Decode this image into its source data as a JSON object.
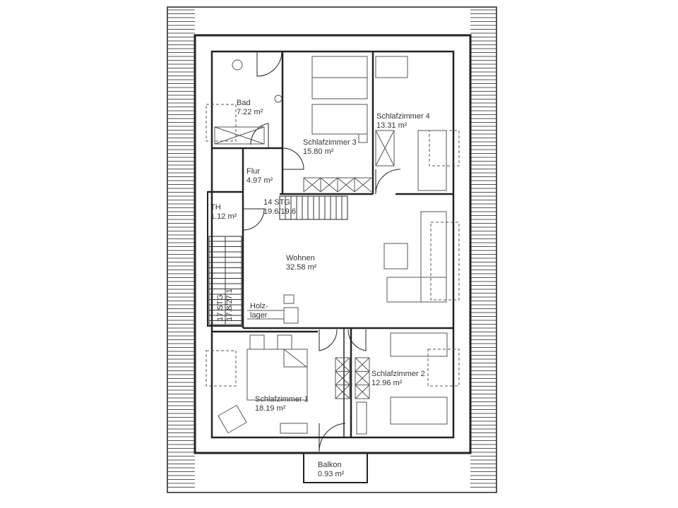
{
  "rooms": [
    {
      "name": "Bad",
      "area": "7.22 m²"
    },
    {
      "name": "Schlafzimmer 3",
      "area": "15.80 m²"
    },
    {
      "name": "Schlafzimmer 4",
      "area": "13.31 m²"
    },
    {
      "name": "Flur",
      "area": "4.97 m²"
    },
    {
      "name": "TH",
      "area": "1.12 m²"
    },
    {
      "name": "Wohnen",
      "area": "32.58 m²"
    },
    {
      "name": "Schlafzimmer 1",
      "area": "18.19 m²"
    },
    {
      "name": "Schlafzimmer 2",
      "area": "12.96 m²"
    },
    {
      "name": "Balkon",
      "area": "0.93 m²"
    }
  ],
  "stairs": [
    {
      "steps": "14 STG",
      "ratio": "19.6/19.6"
    },
    {
      "steps": "17 STG",
      "ratio": "17.8/27.1"
    }
  ],
  "holzlager": {
    "line1": "Holz-",
    "line2": "lager"
  },
  "colors": {
    "wall": "#222222",
    "furniture": "#555555",
    "background": "#ffffff"
  }
}
